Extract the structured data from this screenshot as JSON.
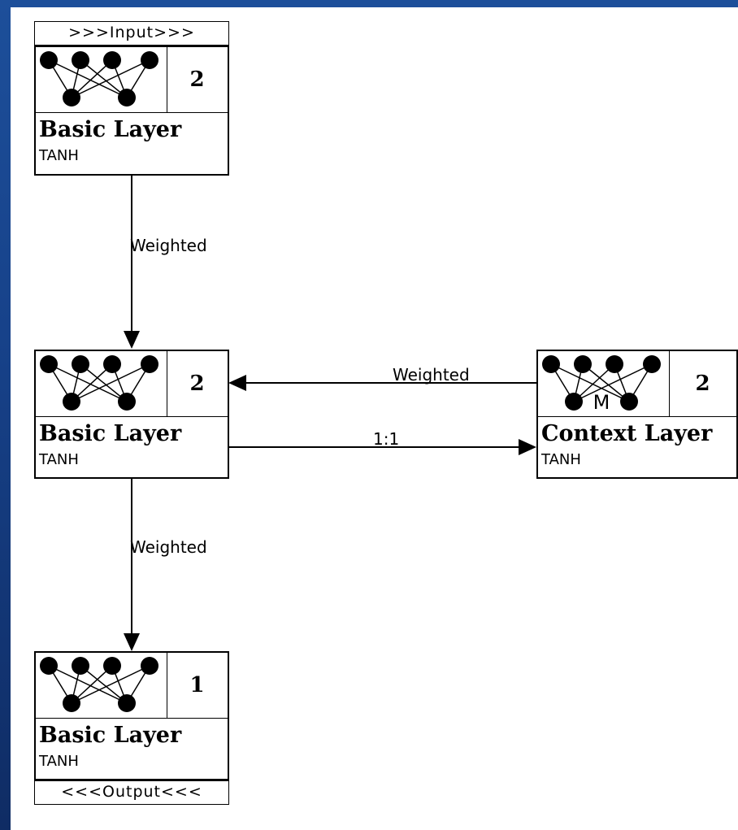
{
  "input_tag": ">>>Input>>>",
  "output_tag": "<<<Output<<<",
  "layers": {
    "input": {
      "name": "Basic Layer",
      "activation": "TANH",
      "count": "2"
    },
    "hidden": {
      "name": "Basic Layer",
      "activation": "TANH",
      "count": "2"
    },
    "context": {
      "name": "Context Layer",
      "activation": "TANH",
      "count": "2",
      "marker": "M"
    },
    "output": {
      "name": "Basic Layer",
      "activation": "TANH",
      "count": "1"
    }
  },
  "edges": {
    "input_to_hidden": "Weighted",
    "context_to_hidden": "Weighted",
    "hidden_to_context": "1:1",
    "hidden_to_output": "Weighted"
  }
}
